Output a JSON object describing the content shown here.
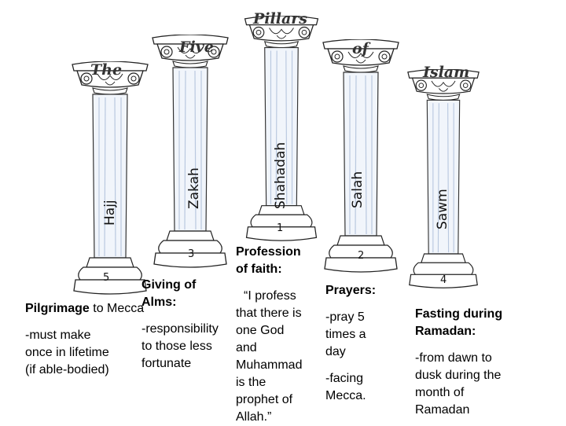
{
  "title": {
    "w1": "The",
    "w2": "Five",
    "w3": "Pillars",
    "w4": "of",
    "w5": "Islam"
  },
  "pillars": [
    {
      "name": "Hajj",
      "number": "5"
    },
    {
      "name": "Zakah",
      "number": "3"
    },
    {
      "name": "Shahadah",
      "number": "1"
    },
    {
      "name": "Salah",
      "number": "2"
    },
    {
      "name": "Sawm",
      "number": "4"
    }
  ],
  "texts": {
    "hajj": {
      "bold": "Pilgrimage",
      "rest": " to Mecca",
      "l1": "-must make",
      "l2": "once in lifetime",
      "l3": "(if able-bodied)"
    },
    "zakah": {
      "h1": "Giving of",
      "h2": "Alms:",
      "l1": "-responsibility",
      "l2": "to those less",
      "l3": "fortunate"
    },
    "shahadah": {
      "h1": "Profession",
      "h2": "of faith:",
      "l1": "“I profess",
      "l2": "that there is",
      "l3": "one God",
      "l4": "and",
      "l5": "Muhammad",
      "l6": "is the",
      "l7": "prophet of",
      "l8": "Allah.”"
    },
    "salah": {
      "h1": "Prayers:",
      "l1": "-pray 5",
      "l2": "times a",
      "l3": "day",
      "l4": "-facing",
      "l5": "Mecca."
    },
    "sawm": {
      "h1": "Fasting during",
      "h2": "Ramadan:",
      "l1": "-from dawn to",
      "l2": "dusk during the",
      "l3": "month of",
      "l4": "Ramadan"
    }
  }
}
